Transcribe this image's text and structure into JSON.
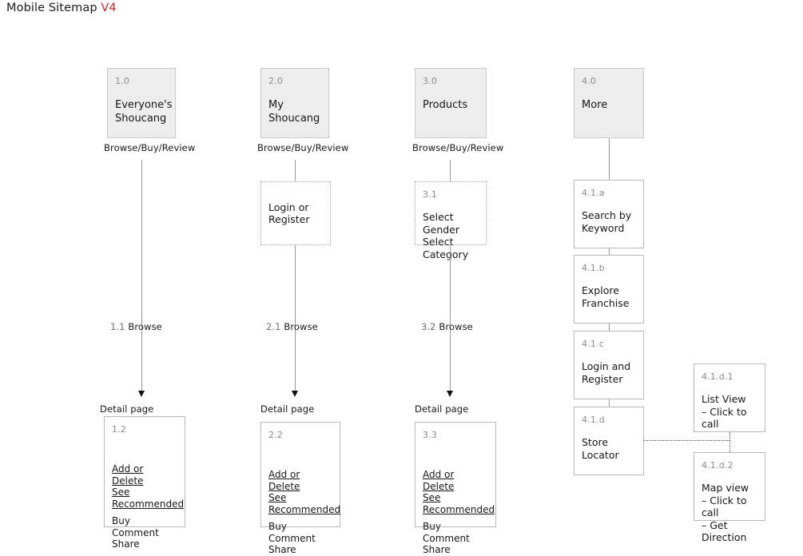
{
  "page": {
    "title_main": "Mobile Sitemap",
    "title_version": "V4"
  },
  "columns": [
    {
      "key": "col1",
      "top_node": {
        "num": "1.0",
        "title": "Everyone's\nShoucang"
      },
      "top_caption": "Browse/Buy/Review",
      "edge_label_num": "1.1",
      "edge_label_text": "Browse",
      "detail_caption": "Detail page",
      "detail_node": {
        "num": "1.2",
        "links": [
          "Add or Delete",
          "See Recommended"
        ],
        "actions": [
          "Buy",
          "Comment",
          "Share"
        ]
      }
    },
    {
      "key": "col2",
      "top_node": {
        "num": "2.0",
        "title": "My\nShoucang"
      },
      "top_caption": "Browse/Buy/Review",
      "mid_node": {
        "num": "",
        "title": "Login or Register"
      },
      "edge_label_num": "2.1",
      "edge_label_text": "Browse",
      "detail_caption": "Detail page",
      "detail_node": {
        "num": "2.2",
        "links": [
          "Add or Delete",
          "See Recommended"
        ],
        "actions": [
          "Buy",
          "Comment",
          "Share"
        ]
      }
    },
    {
      "key": "col3",
      "top_node": {
        "num": "3.0",
        "title": "Products"
      },
      "top_caption": "Browse/Buy/Review",
      "mid_node": {
        "num": "3.1",
        "title": "Select Gender\nSelect Category"
      },
      "edge_label_num": "3.2",
      "edge_label_text": "Browse",
      "detail_caption": "Detail page",
      "detail_node": {
        "num": "3.3",
        "links": [
          "Add or Delete",
          "See Recommended"
        ],
        "actions": [
          "Buy",
          "Comment",
          "Share"
        ]
      }
    },
    {
      "key": "col4",
      "top_node": {
        "num": "4.0",
        "title": "More"
      },
      "children": [
        {
          "num": "4.1.a",
          "title": "Search by\nKeyword"
        },
        {
          "num": "4.1.b",
          "title": "Explore\nFranchise"
        },
        {
          "num": "4.1.c",
          "title": "Login and\nRegister"
        },
        {
          "num": "4.1.d",
          "title": "Store Locator"
        }
      ],
      "branch": [
        {
          "num": "4.1.d.1",
          "title": "List View\n– Click to call"
        },
        {
          "num": "4.1.d.2",
          "title": "Map view\n– Click to call\n– Get Direction"
        }
      ]
    }
  ],
  "colors": {
    "accent": "#d3222a",
    "node_fill": "#ededed",
    "node_border": "#b9b9b9",
    "number_text": "#8c8c8c",
    "body_text": "#16181a",
    "connector": "#9b9b9b"
  }
}
